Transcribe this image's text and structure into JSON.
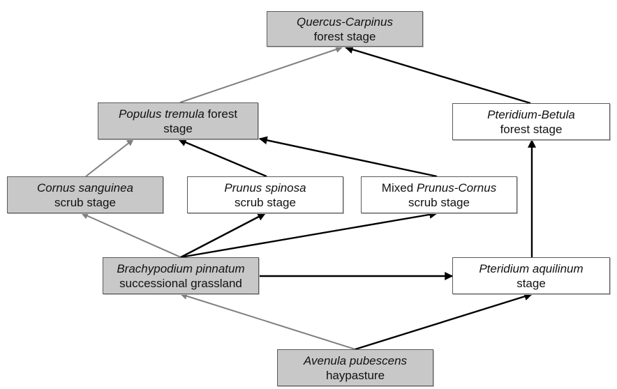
{
  "diagram": {
    "title": "",
    "colors": {
      "node_shaded": "#c8c8c8",
      "node_plain": "#ffffff",
      "edge_primary": "#000000",
      "edge_secondary": "#7f7f7f"
    },
    "nodes": {
      "quercus": {
        "italic": "Quercus-Carpinus",
        "line2": "forest stage",
        "shaded": true
      },
      "populus": {
        "italic": "Populus tremula",
        "line1_rest": " forest",
        "line2": "stage",
        "shaded": true
      },
      "betula": {
        "italic": "Pteridium-Betula",
        "line2": "forest stage",
        "shaded": false
      },
      "cornus": {
        "italic": "Cornus sanguinea",
        "line2": "scrub stage",
        "shaded": true
      },
      "prunus": {
        "italic": "Prunus spinosa",
        "line2": "scrub stage",
        "shaded": false
      },
      "mixed": {
        "prefix": "Mixed ",
        "italic": "Prunus-Cornus",
        "line2": "scrub stage",
        "shaded": false
      },
      "brachy": {
        "italic": "Brachypodium pinnatum",
        "line2": "successional grassland",
        "shaded": true
      },
      "aquilinum": {
        "italic": "Pteridium aquilinum",
        "line2": "stage",
        "shaded": false
      },
      "avenula": {
        "italic": "Avenula pubescens",
        "line2": "haypasture",
        "shaded": true
      }
    },
    "edges": [
      {
        "from": "populus",
        "to": "quercus",
        "style": "secondary"
      },
      {
        "from": "betula",
        "to": "quercus",
        "style": "primary"
      },
      {
        "from": "cornus",
        "to": "populus",
        "style": "secondary"
      },
      {
        "from": "prunus",
        "to": "populus",
        "style": "primary"
      },
      {
        "from": "mixed",
        "to": "populus",
        "style": "primary"
      },
      {
        "from": "aquilinum",
        "to": "betula",
        "style": "primary"
      },
      {
        "from": "brachy",
        "to": "cornus",
        "style": "secondary"
      },
      {
        "from": "brachy",
        "to": "prunus",
        "style": "primary"
      },
      {
        "from": "brachy",
        "to": "mixed",
        "style": "primary"
      },
      {
        "from": "brachy",
        "to": "aquilinum",
        "style": "primary"
      },
      {
        "from": "avenula",
        "to": "brachy",
        "style": "secondary"
      },
      {
        "from": "avenula",
        "to": "aquilinum",
        "style": "primary"
      }
    ]
  }
}
